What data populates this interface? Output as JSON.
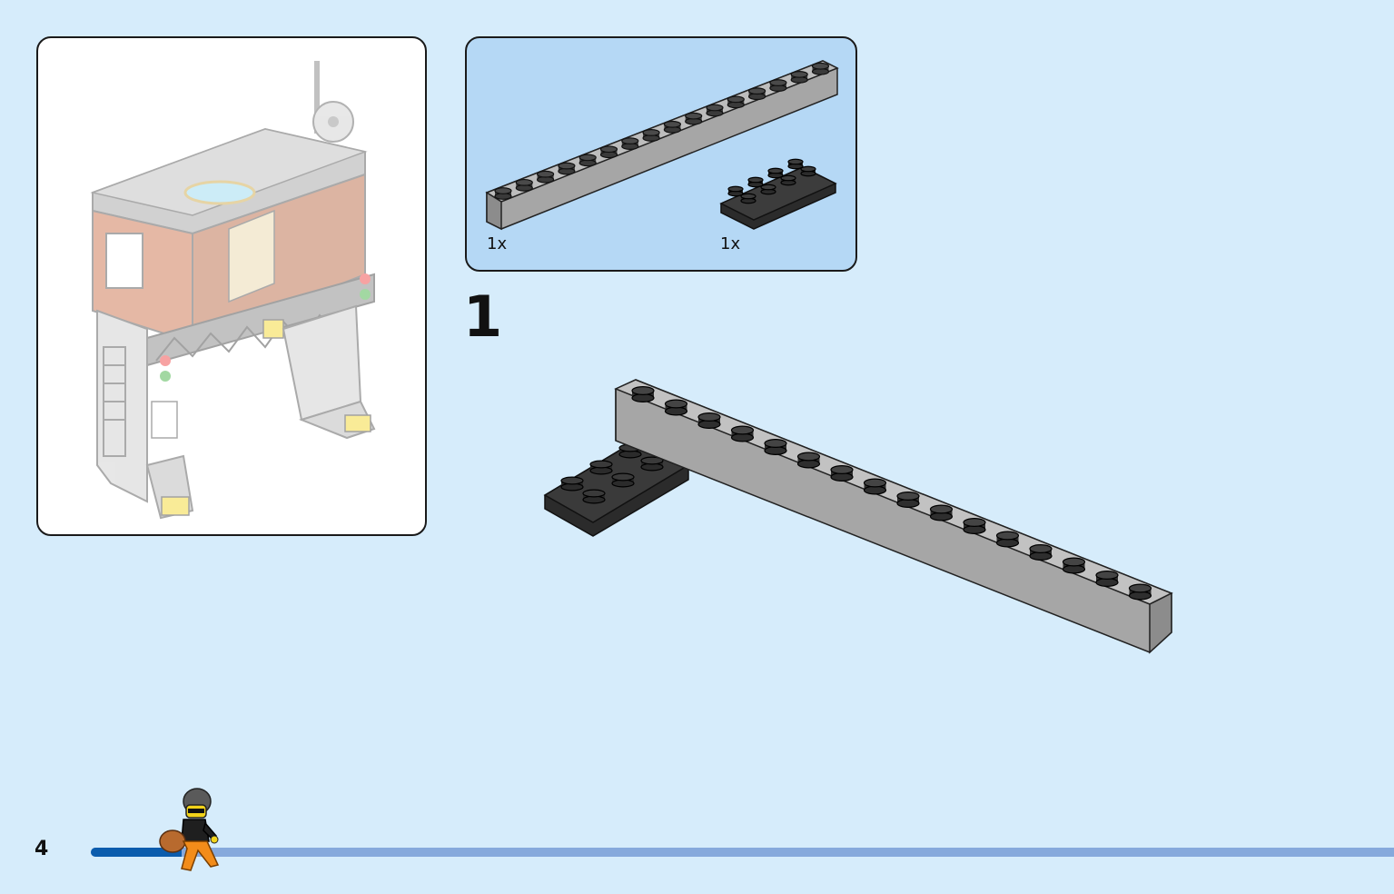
{
  "overview": {
    "title": "",
    "icon": "completed-model-preview"
  },
  "parts_list": {
    "items": [
      {
        "name": "gray-brick-1x16",
        "color": "#a6a6a6",
        "quantity": "1x"
      },
      {
        "name": "black-plate-2x4",
        "color": "#2b2b2b",
        "quantity": "1x"
      }
    ]
  },
  "step": {
    "number": "1"
  },
  "footer": {
    "page_number": "4",
    "progress": 0.07,
    "progress_color": "#0b5cad",
    "track_color": "#86a9dc"
  },
  "colors": {
    "background": "#d6ecfb",
    "parts_background": "#b5d8f5"
  }
}
